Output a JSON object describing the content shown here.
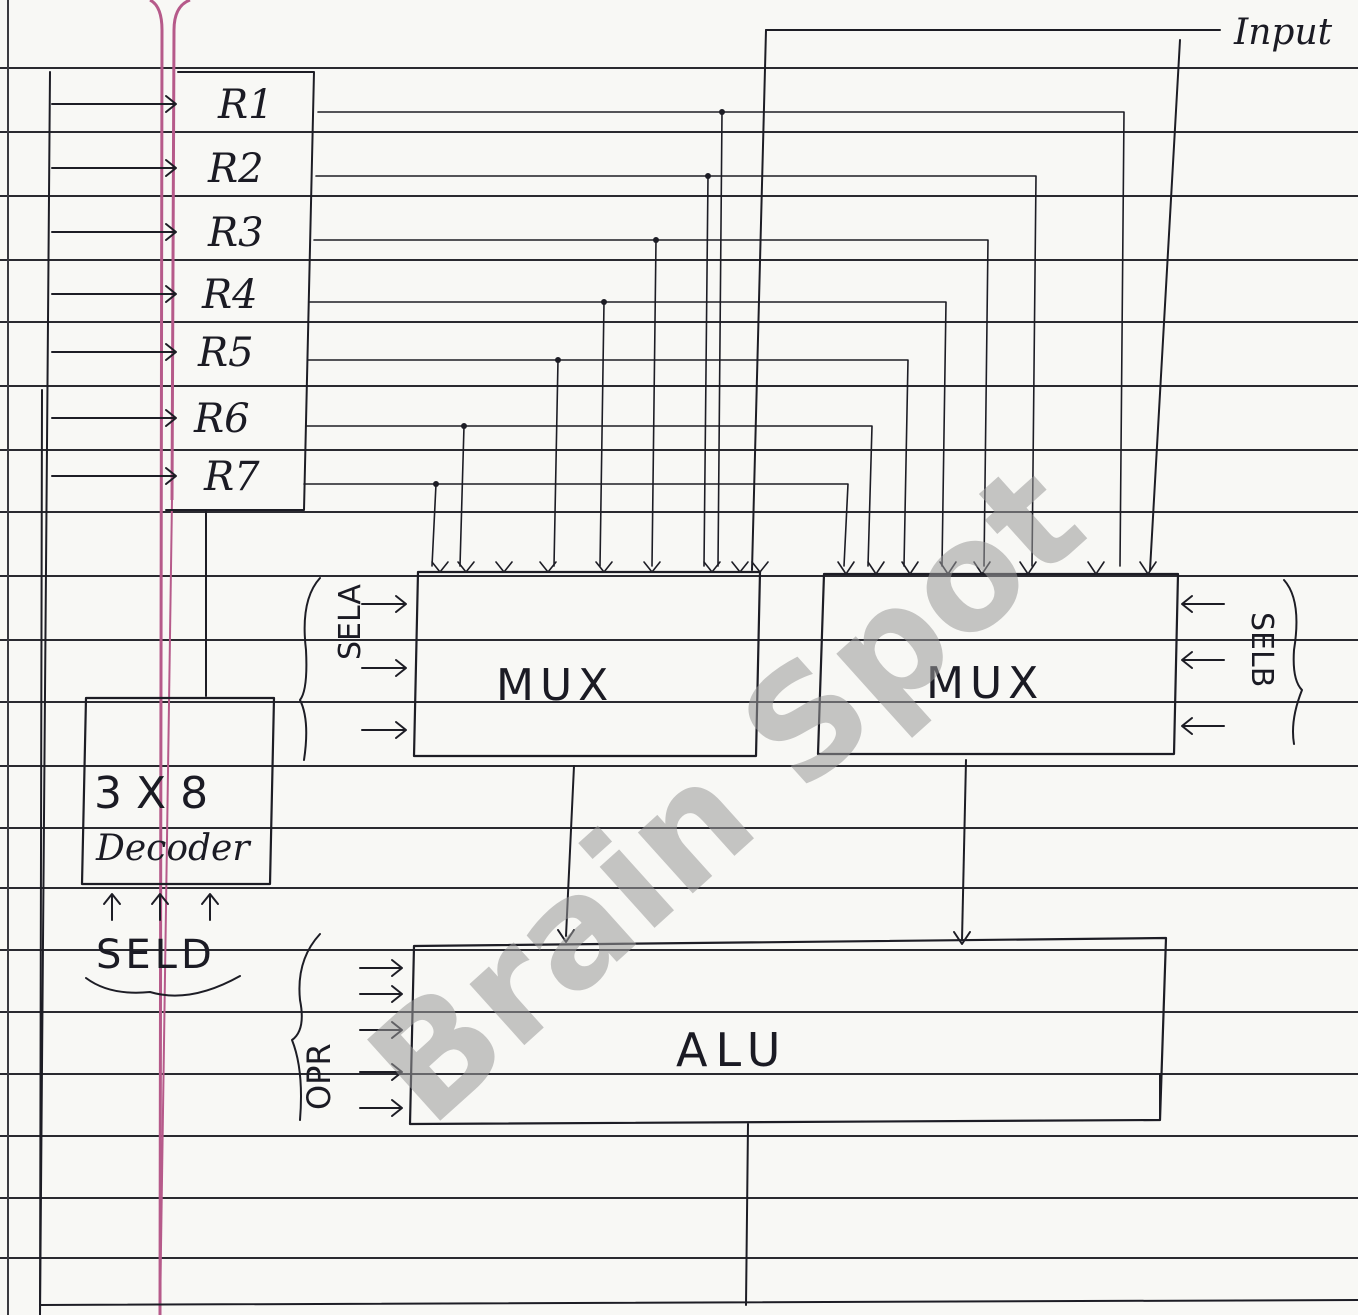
{
  "input_label": "Input",
  "registers": [
    "R1",
    "R2",
    "R3",
    "R4",
    "R5",
    "R6",
    "R7"
  ],
  "mux_a": {
    "label": "MUX",
    "select": "SELA"
  },
  "mux_b": {
    "label": "MUX",
    "select": "SELB"
  },
  "decoder": {
    "size": "3 X 8",
    "label": "Decoder",
    "select": "SELD"
  },
  "alu": {
    "label": "ALU",
    "select": "OPR"
  },
  "watermark": "Brain Spot"
}
